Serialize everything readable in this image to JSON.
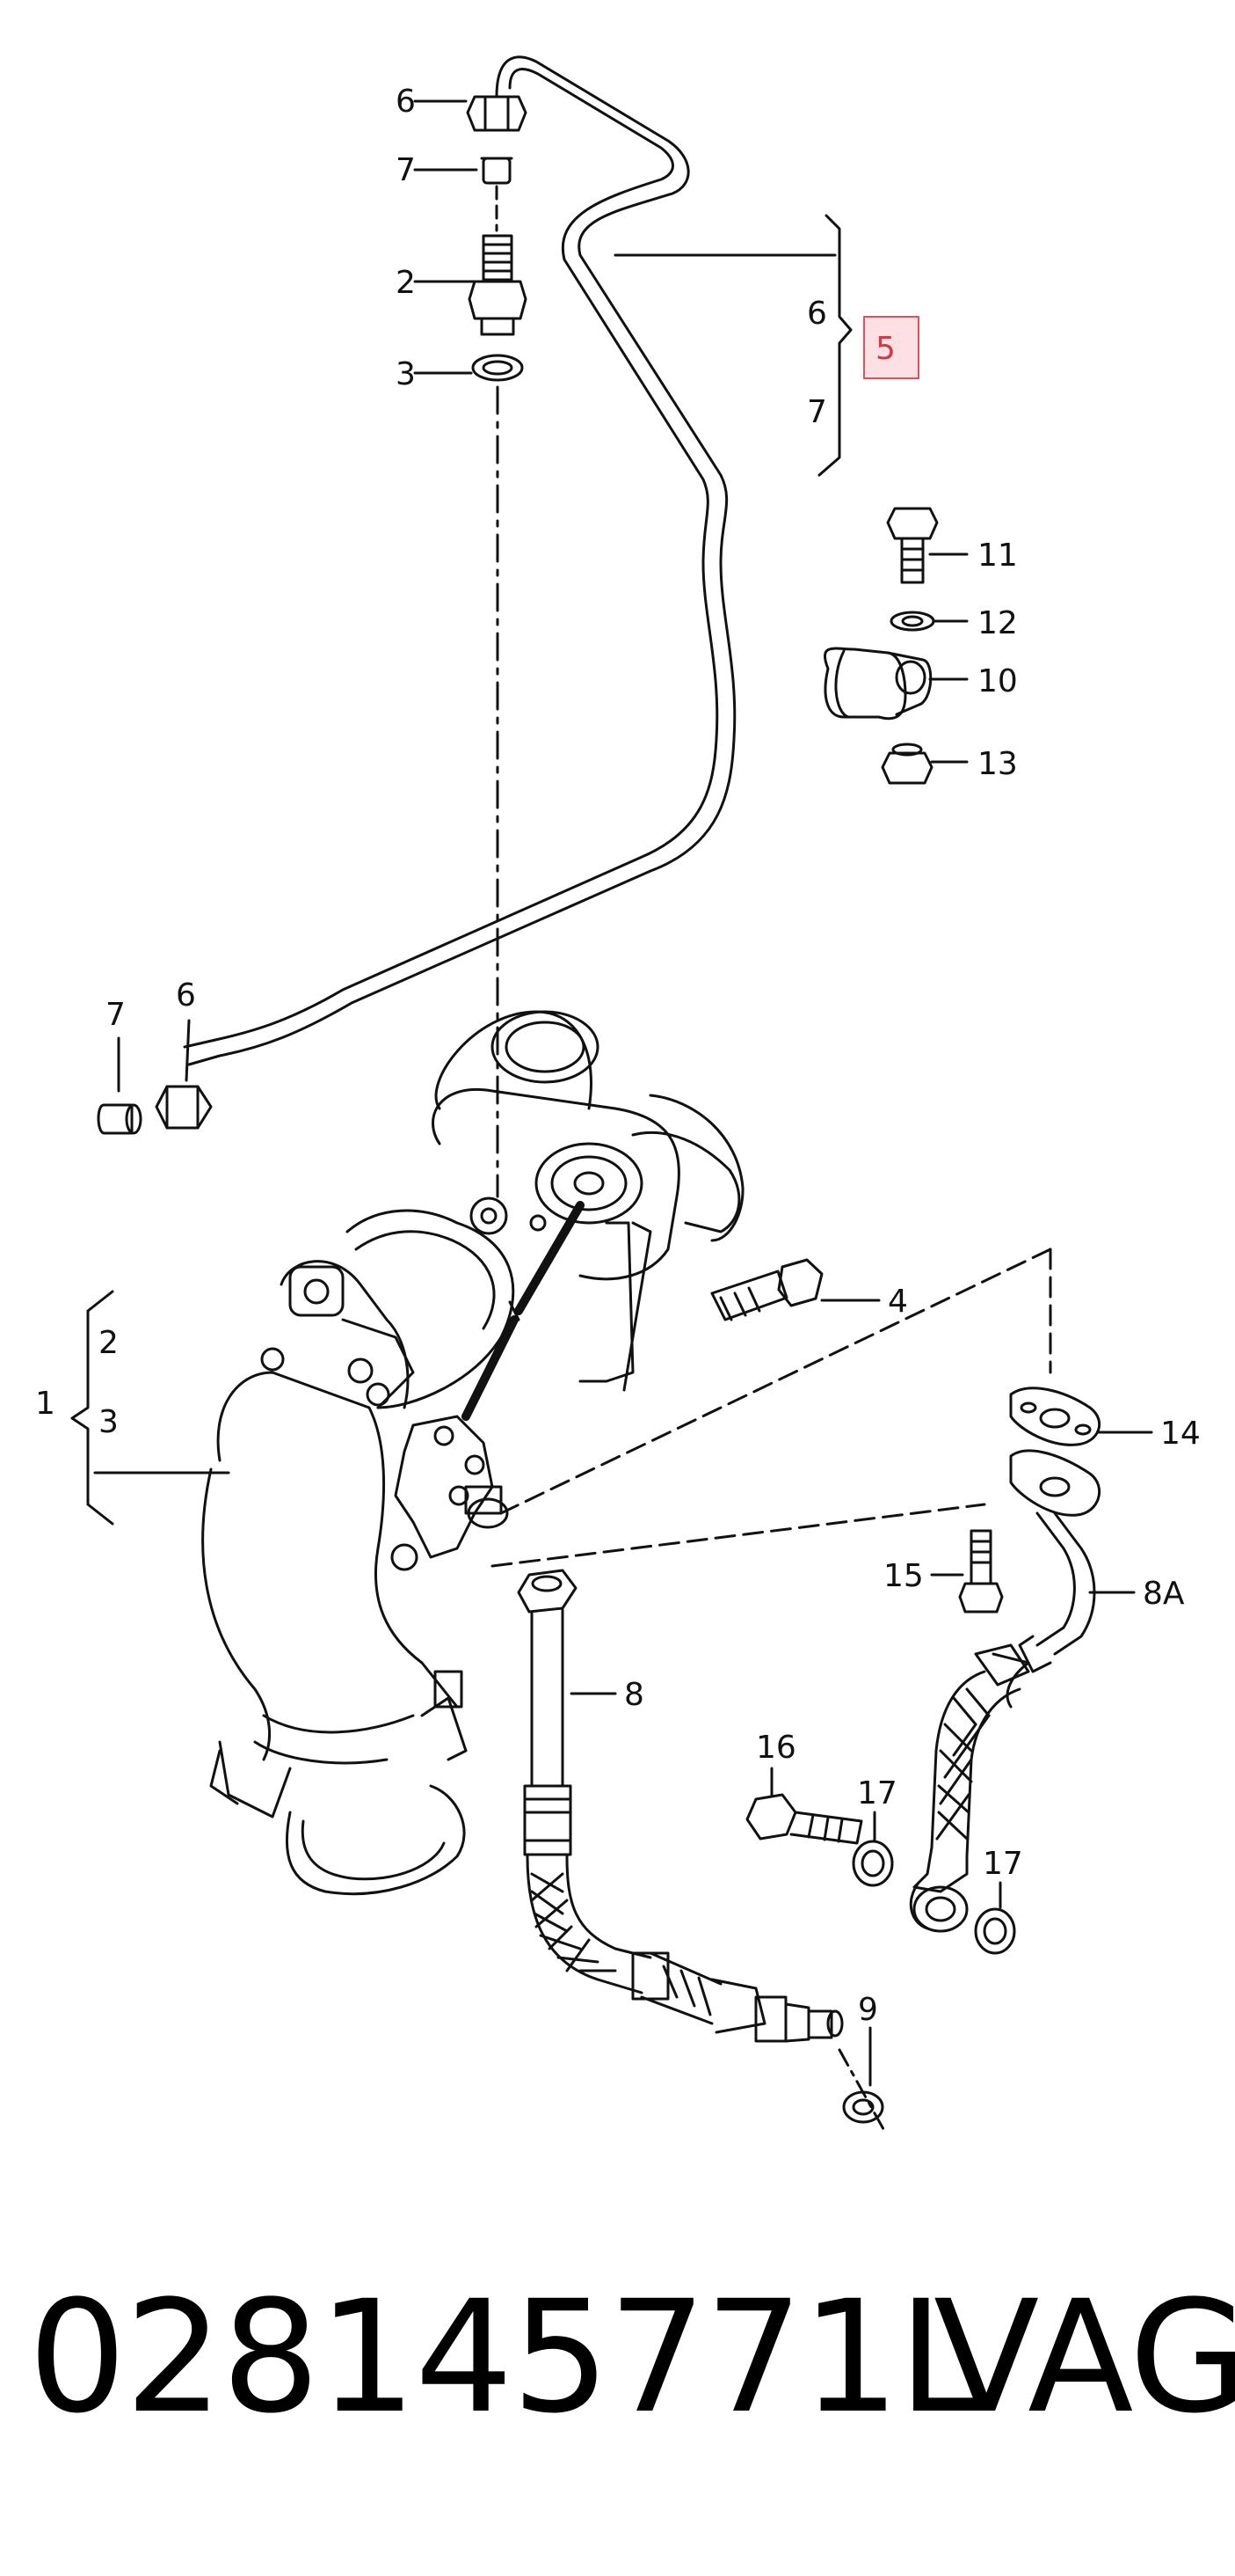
{
  "labels": {
    "l_6_top": "6",
    "l_7_top": "7",
    "l_2_top": "2",
    "l_3_top": "3",
    "l_bracket_6": "6",
    "l_bracket_5": "5",
    "l_bracket_7": "7",
    "l_11": "11",
    "l_12": "12",
    "l_10": "10",
    "l_13": "13",
    "l_7_left": "7",
    "l_6_left": "6",
    "l_4": "4",
    "l_1": "1",
    "l_2_left": "2",
    "l_3_left": "3",
    "l_14": "14",
    "l_15": "15",
    "l_8A": "8A",
    "l_8": "8",
    "l_16": "16",
    "l_17_a": "17",
    "l_17_b": "17",
    "l_9": "9"
  },
  "caption": {
    "part_number": "028145771L",
    "brand": "VAG"
  },
  "colors": {
    "line": "#111111",
    "highlight_border": "#e0505a",
    "highlight_fill": "#fde0e3",
    "highlight_text": "#d03a46"
  }
}
